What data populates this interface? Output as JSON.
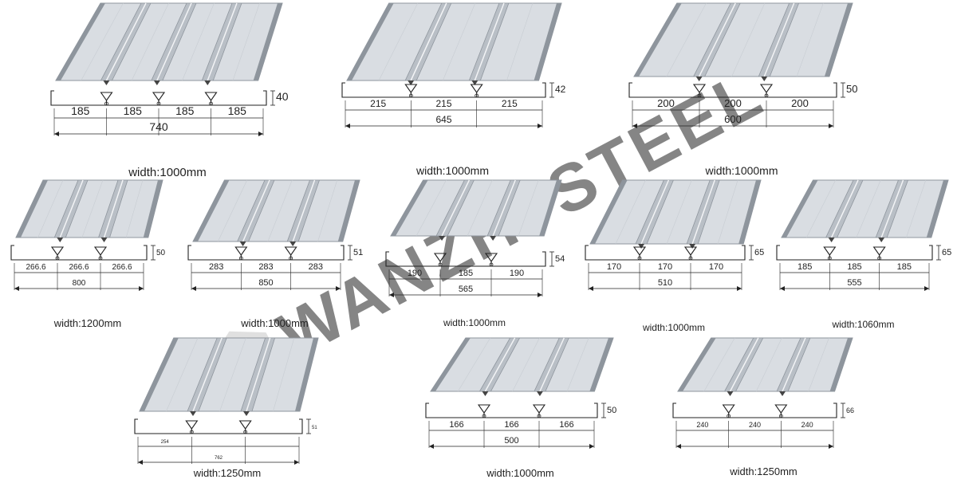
{
  "watermark": {
    "text": "WANZHI STEEL"
  },
  "profiles": [
    {
      "id": "p1",
      "dims": [
        "185",
        "185",
        "185",
        "185"
      ],
      "total": "740",
      "height": "40",
      "width_label": "width:1000mm",
      "ribs": 3,
      "spans": 4
    },
    {
      "id": "p2",
      "dims": [
        "215",
        "215",
        "215"
      ],
      "total": "645",
      "height": "42",
      "width_label": "width:1000mm",
      "ribs": 2,
      "spans": 3
    },
    {
      "id": "p3",
      "dims": [
        "200",
        "200",
        "200"
      ],
      "total": "600",
      "height": "50",
      "width_label": "width:1000mm",
      "ribs": 2,
      "spans": 3
    },
    {
      "id": "p4",
      "dims": [
        "266.6",
        "266.6",
        "266.6"
      ],
      "total": "800",
      "height": "50",
      "width_label": "width:1200mm",
      "ribs": 2,
      "spans": 3
    },
    {
      "id": "p5",
      "dims": [
        "283",
        "283",
        "283"
      ],
      "total": "850",
      "height": "51",
      "width_label": "width:1000mm",
      "ribs": 2,
      "spans": 3
    },
    {
      "id": "p6",
      "dims": [
        "190",
        "185",
        "190"
      ],
      "total": "565",
      "height": "54",
      "width_label": "width:1000mm",
      "ribs": 2,
      "spans": 3
    },
    {
      "id": "p7",
      "dims": [
        "170",
        "170",
        "170"
      ],
      "total": "510",
      "height": "65",
      "width_label": "width:1000mm",
      "ribs": 2,
      "spans": 3
    },
    {
      "id": "p8",
      "dims": [
        "185",
        "185",
        "185"
      ],
      "total": "555",
      "height": "65",
      "width_label": "width:1060mm",
      "ribs": 2,
      "spans": 3
    },
    {
      "id": "p9",
      "dims": [
        "254"
      ],
      "total": "762",
      "height": "51",
      "width_label": "width:1250mm",
      "ribs": 2,
      "spans": 3
    },
    {
      "id": "p10",
      "dims": [
        "166",
        "166",
        "166"
      ],
      "total": "500",
      "height": "50",
      "width_label": "width:1000mm",
      "ribs": 2,
      "spans": 3
    },
    {
      "id": "p11",
      "dims": [
        "240",
        "240",
        "240"
      ],
      "total": "",
      "height": "66",
      "width_label": "width:1250mm",
      "ribs": 2,
      "spans": 3
    }
  ],
  "colors": {
    "steel_light": "#d9dde2",
    "steel_mid": "#b9bfc6",
    "steel_dark": "#8e959d",
    "line": "#222222",
    "watermark": "#c8c8c8"
  }
}
